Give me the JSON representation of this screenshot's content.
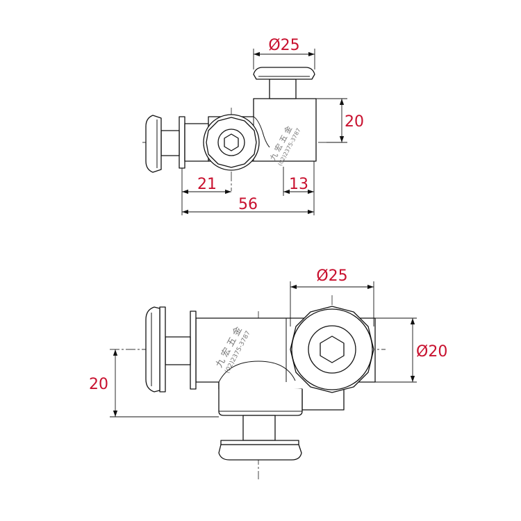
{
  "colors": {
    "line": "#111111",
    "dimension_text": "#c8102e",
    "watermark": "#777777",
    "background": "#ffffff"
  },
  "top_view": {
    "dim_diameter_knob": "Ø25",
    "dim_height": "20",
    "dim_left_offset": "21",
    "dim_right_offset": "13",
    "dim_total_length": "56"
  },
  "bottom_view": {
    "dim_diameter_knob": "Ø25",
    "dim_diameter_body": "Ø20",
    "dim_height": "20"
  },
  "watermark": {
    "brand": "九 宏 五 金",
    "phone": "(02)2375-3787"
  }
}
